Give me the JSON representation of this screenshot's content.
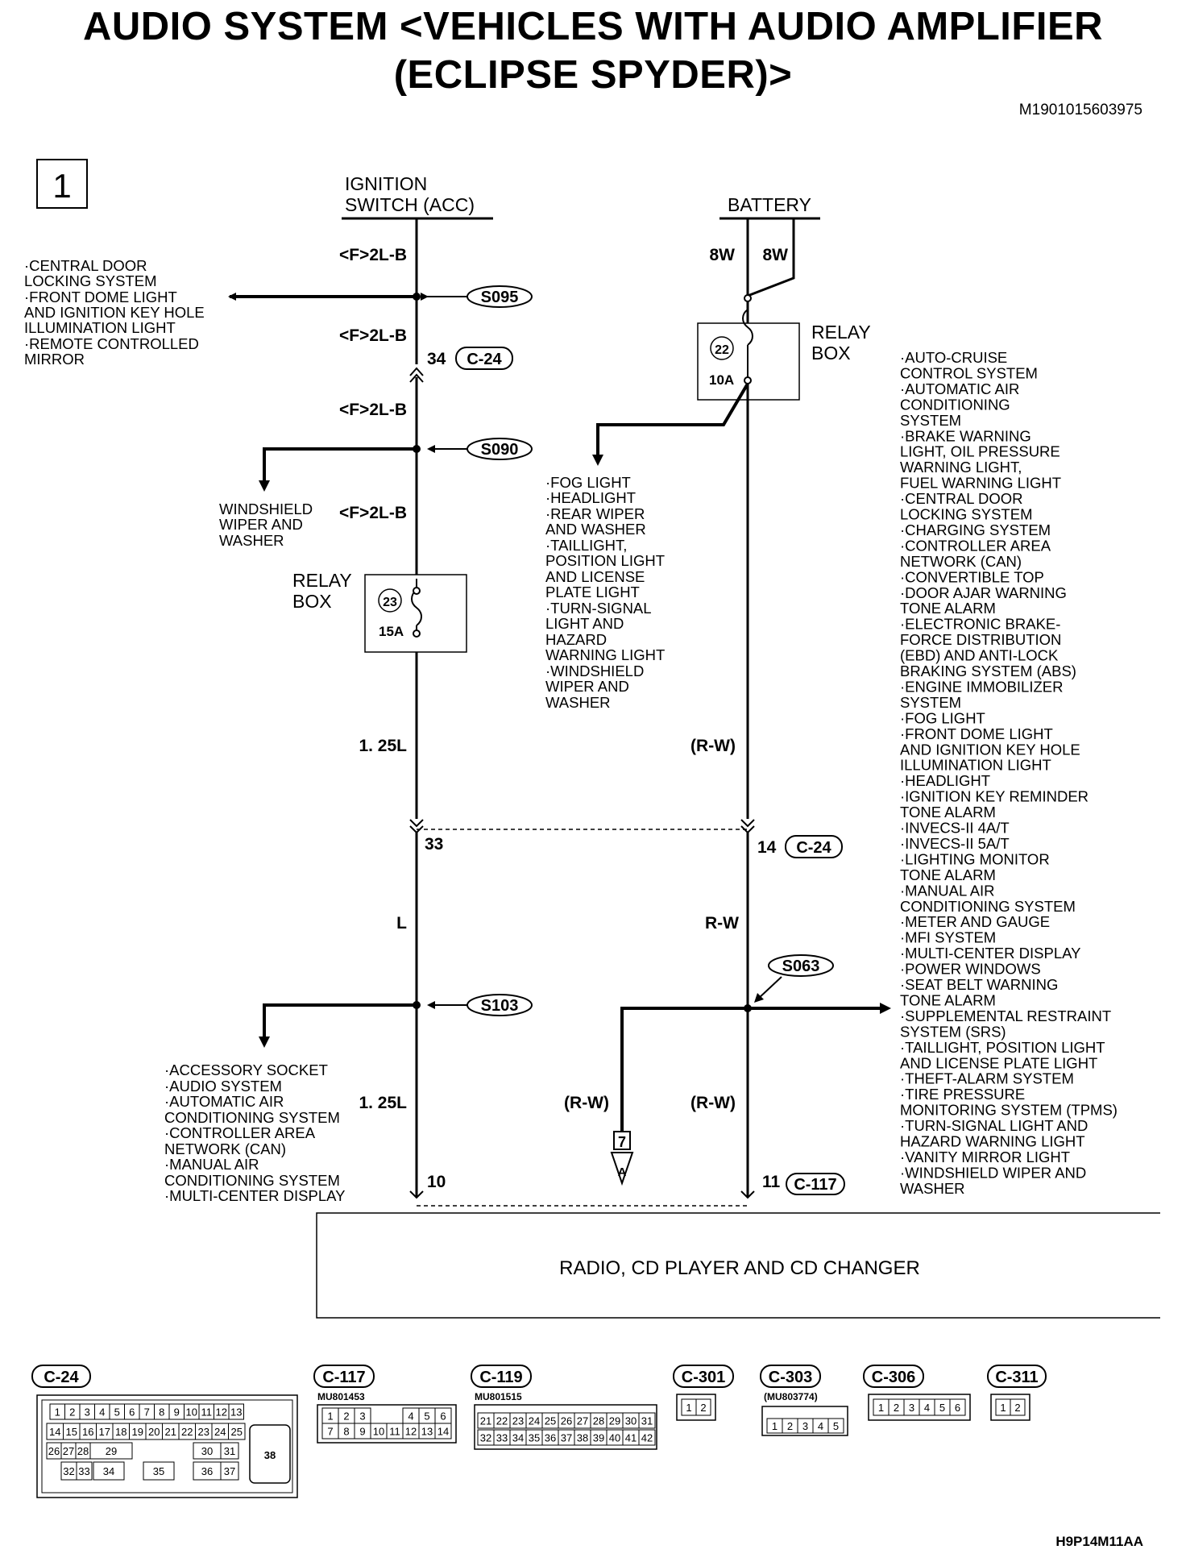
{
  "title_line1": "AUDIO SYSTEM <VEHICLES WITH AUDIO AMPLIFIER",
  "title_line2": "(ECLIPSE SPYDER)>",
  "doc_id": "M1901015603975",
  "page_number": "1",
  "footer_code": "H9P14M11AA",
  "left_source": [
    "IGNITION",
    "SWITCH (ACC)"
  ],
  "right_source": "BATTERY",
  "wires": {
    "f2lb": "<F>2L-B",
    "w8a": "8W",
    "w8b": "8W",
    "w125l": "1. 25L",
    "rw_paren": "(R-W)",
    "l": "L",
    "rw": "R-W"
  },
  "splices": {
    "s095": "S095",
    "s090": "S090",
    "s103": "S103",
    "s063": "S063"
  },
  "connectors": {
    "c24": "C-24",
    "c117": "C-117",
    "c119": "C-119",
    "c301": "C-301",
    "c303": "C-303",
    "c306": "C-306",
    "c311": "C-311"
  },
  "pins": {
    "p34": "34",
    "p33": "33",
    "p14": "14",
    "p10": "10",
    "p11": "11"
  },
  "relay_box_left": {
    "label": [
      "RELAY",
      "BOX"
    ],
    "fuse_no": "23",
    "rating": "15A"
  },
  "relay_box_right": {
    "label": [
      "RELAY",
      "BOX"
    ],
    "fuse_no": "22",
    "rating": "10A"
  },
  "ref_box": {
    "num": "7",
    "letter": "A"
  },
  "module": "RADIO, CD PLAYER AND CD CHANGER",
  "list_s095": [
    "·CENTRAL DOOR",
    " LOCKING SYSTEM",
    "·FRONT DOME LIGHT",
    " AND IGNITION KEY HOLE",
    " ILLUMINATION LIGHT",
    "·REMOTE CONTROLLED",
    " MIRROR"
  ],
  "list_s090": [
    "WINDSHIELD",
    "WIPER AND",
    "WASHER"
  ],
  "list_fuse22": [
    "·FOG LIGHT",
    "·HEADLIGHT",
    "·REAR WIPER",
    " AND WASHER",
    "·TAILLIGHT,",
    " POSITION LIGHT",
    " AND LICENSE",
    " PLATE LIGHT",
    "·TURN-SIGNAL",
    " LIGHT AND",
    " HAZARD",
    " WARNING LIGHT",
    "·WINDSHIELD",
    " WIPER AND",
    " WASHER"
  ],
  "list_s103": [
    "·ACCESSORY SOCKET",
    "·AUDIO SYSTEM",
    "·AUTOMATIC AIR",
    " CONDITIONING SYSTEM",
    "·CONTROLLER AREA",
    " NETWORK (CAN)",
    "·MANUAL AIR",
    " CONDITIONING SYSTEM",
    "·MULTI-CENTER DISPLAY"
  ],
  "list_s063": [
    "·AUTO-CRUISE",
    " CONTROL SYSTEM",
    "·AUTOMATIC AIR",
    " CONDITIONING",
    " SYSTEM",
    "·BRAKE WARNING",
    " LIGHT, OIL PRESSURE",
    " WARNING LIGHT,",
    " FUEL WARNING LIGHT",
    "·CENTRAL DOOR",
    " LOCKING SYSTEM",
    "·CHARGING SYSTEM",
    "·CONTROLLER AREA",
    " NETWORK (CAN)",
    "·CONVERTIBLE TOP",
    "·DOOR AJAR WARNING",
    " TONE ALARM",
    "·ELECTRONIC BRAKE-",
    " FORCE DISTRIBUTION",
    " (EBD) AND ANTI-LOCK",
    " BRAKING SYSTEM (ABS)",
    "·ENGINE IMMOBILIZER",
    " SYSTEM",
    "·FOG LIGHT",
    "·FRONT DOME LIGHT",
    " AND IGNITION KEY HOLE",
    " ILLUMINATION LIGHT",
    "·HEADLIGHT",
    "·IGNITION KEY REMINDER",
    " TONE ALARM",
    "·INVECS-II 4A/T",
    "·INVECS-II 5A/T",
    "·LIGHTING MONITOR",
    " TONE ALARM",
    "·MANUAL AIR",
    " CONDITIONING SYSTEM",
    "·METER AND GAUGE",
    "·MFI SYSTEM",
    "·MULTI-CENTER DISPLAY",
    "·POWER WINDOWS",
    "·SEAT BELT WARNING",
    " TONE ALARM",
    "·SUPPLEMENTAL RESTRAINT",
    " SYSTEM (SRS)",
    "·TAILLIGHT, POSITION LIGHT",
    " AND LICENSE PLATE LIGHT",
    "·THEFT-ALARM SYSTEM",
    "·TIRE PRESSURE",
    " MONITORING SYSTEM (TPMS)",
    "·TURN-SIGNAL LIGHT AND",
    " HAZARD WARNING LIGHT",
    "·VANITY MIRROR LIGHT",
    "·WINDSHIELD WIPER AND",
    " WASHER"
  ],
  "part_numbers": {
    "c117": "MU801453",
    "c119": "MU801515",
    "c303": "(MU803774)"
  },
  "pinouts": {
    "c24_row1": [
      "1",
      "2",
      "3",
      "4",
      "5",
      "6",
      "7",
      "8",
      "9",
      "10",
      "11",
      "12",
      "13"
    ],
    "c24_row2": [
      "14",
      "15",
      "16",
      "17",
      "18",
      "19",
      "20",
      "21",
      "22",
      "23",
      "24",
      "25"
    ],
    "c24_row3": [
      "26",
      "27",
      "28",
      "29",
      "30",
      "31"
    ],
    "c24_row4": [
      "32",
      "33",
      "34",
      "35",
      "36",
      "37"
    ],
    "c24_big": "38",
    "c117_row1": [
      "1",
      "2",
      "3",
      "4",
      "5",
      "6"
    ],
    "c117_row2": [
      "7",
      "8",
      "9",
      "10",
      "11",
      "12",
      "13",
      "14"
    ],
    "c119_row1": [
      "21",
      "22",
      "23",
      "24",
      "25",
      "26",
      "27",
      "28",
      "29",
      "30",
      "31"
    ],
    "c119_row2": [
      "32",
      "33",
      "34",
      "35",
      "36",
      "37",
      "38",
      "39",
      "40",
      "41",
      "42"
    ],
    "c301": [
      "1",
      "2"
    ],
    "c303": [
      "1",
      "2",
      "3",
      "4",
      "5"
    ],
    "c306": [
      "1",
      "2",
      "3",
      "4",
      "5",
      "6"
    ],
    "c311": [
      "1",
      "2"
    ]
  }
}
